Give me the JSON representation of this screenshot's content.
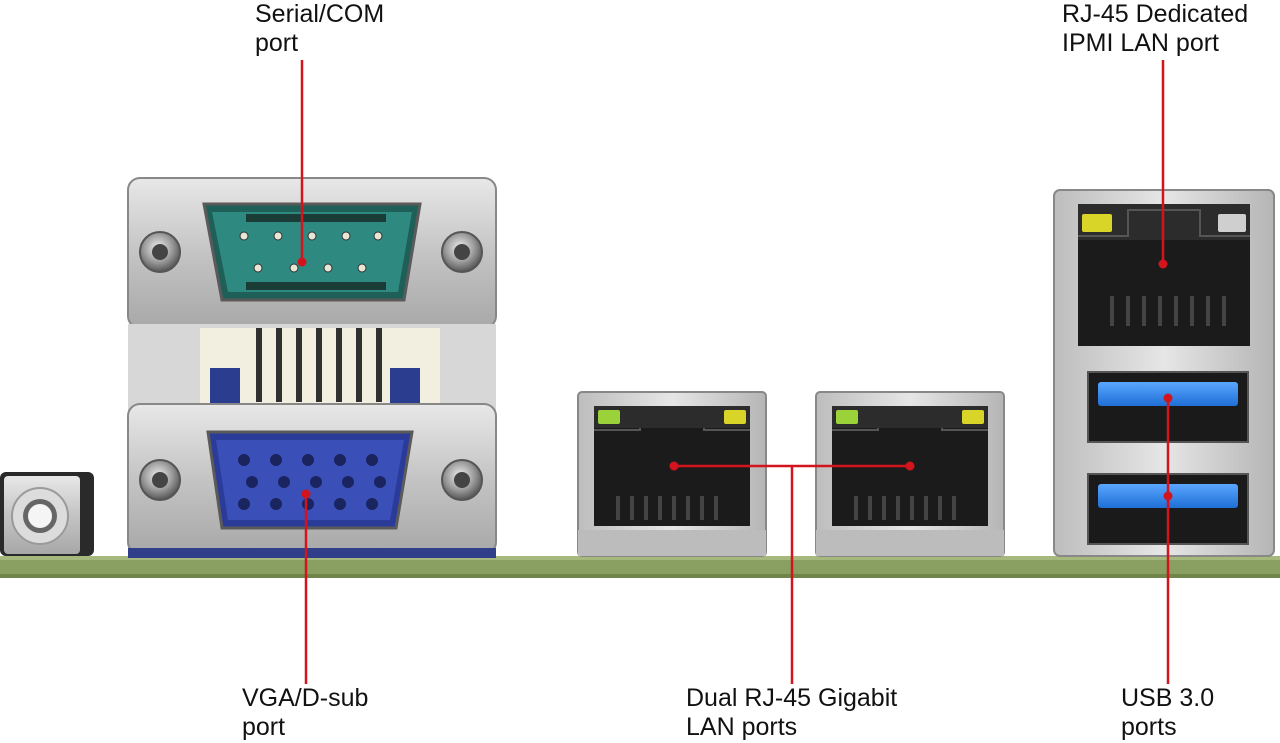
{
  "callouts": {
    "serial": {
      "line1": "Serial/COM",
      "line2": "port"
    },
    "ipmi": {
      "line1": "RJ-45 Dedicated",
      "line2": "IPMI LAN port"
    },
    "vga": {
      "line1": "VGA/D-sub",
      "line2": "port"
    },
    "lan": {
      "line1": "Dual RJ-45 Gigabit",
      "line2": "LAN ports"
    },
    "usb": {
      "line1": "USB 3.0",
      "line2": "ports"
    }
  },
  "colors": {
    "leader_line": "#d4141c",
    "pcb": "#8aa062",
    "serial_connector": "#2e8a80",
    "vga_connector": "#3a4fb8",
    "usb_tongue": "#2f86e8",
    "led_green": "#9bd23a",
    "led_yellow": "#d8d428"
  }
}
